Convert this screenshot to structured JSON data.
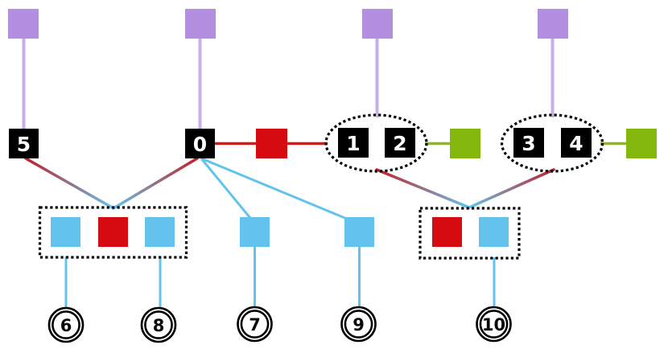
{
  "colors": {
    "purple_fill": "#b48fe0",
    "purple_edge": "#c9aeec",
    "black_fill": "#000000",
    "red_fill": "#d60b10",
    "red_edge": "#e21414",
    "green_fill": "#84b70d",
    "green_edge": "#8bbb14",
    "cyan_fill": "#63c3ec",
    "cyan_edge": "#63c3ec",
    "gradient_dark_red": "#c32026",
    "outline_black": "#000000",
    "node_text": "#ffffff",
    "terminal_text": "#0a0a0a"
  },
  "nodes": {
    "black": [
      {
        "label": "5"
      },
      {
        "label": "0"
      },
      {
        "label": "1"
      },
      {
        "label": "2"
      },
      {
        "label": "3"
      },
      {
        "label": "4"
      }
    ],
    "terminals": [
      {
        "label": "6"
      },
      {
        "label": "8"
      },
      {
        "label": "7"
      },
      {
        "label": "9"
      },
      {
        "label": "10"
      }
    ]
  }
}
